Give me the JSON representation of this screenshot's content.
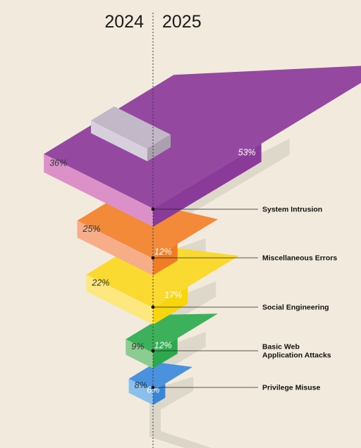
{
  "chart_data": {
    "type": "bar",
    "series": [
      {
        "name": "2024",
        "values": [
          36,
          25,
          22,
          9,
          8
        ]
      },
      {
        "name": "2025",
        "values": [
          53,
          12,
          17,
          12,
          6
        ]
      }
    ],
    "categories": [
      "System Intrusion",
      "Miscellaneous Errors",
      "Social Engineering",
      "Basic Web Application Attacks",
      "Privilege Misuse"
    ],
    "category_lines": [
      [
        "System Intrusion"
      ],
      [
        "Miscellaneous Errors"
      ],
      [
        "Social Engineering"
      ],
      [
        "Basic Web",
        "Application Attacks"
      ],
      [
        "Privilege Misuse"
      ]
    ],
    "value_labels_2024": [
      "36%",
      "25%",
      "22%",
      "9%",
      "8%"
    ],
    "value_labels_2025": [
      "53%",
      "12%",
      "17%",
      "12%",
      "6%"
    ],
    "year_labels": [
      "2024",
      "2025"
    ]
  },
  "colors": {
    "background": "#f2ebdd",
    "shadow": "#dcd6c8",
    "System Intrusion": {
      "front": "#dc90c8",
      "right": "#8a3a98",
      "top": "#9448a0"
    },
    "Miscellaneous Errors": {
      "front": "#f7ad88",
      "right": "#f07d26",
      "top": "#f28a3a"
    },
    "Social Engineering": {
      "front": "#fde880",
      "right": "#f7d60e",
      "top": "#fada30"
    },
    "Basic Web Application Attacks": {
      "front": "#8ccc90",
      "right": "#2ea84c",
      "top": "#3cb05a"
    },
    "Privilege Misuse": {
      "front": "#8cc0ec",
      "right": "#3a86d6",
      "top": "#4a92de"
    }
  }
}
